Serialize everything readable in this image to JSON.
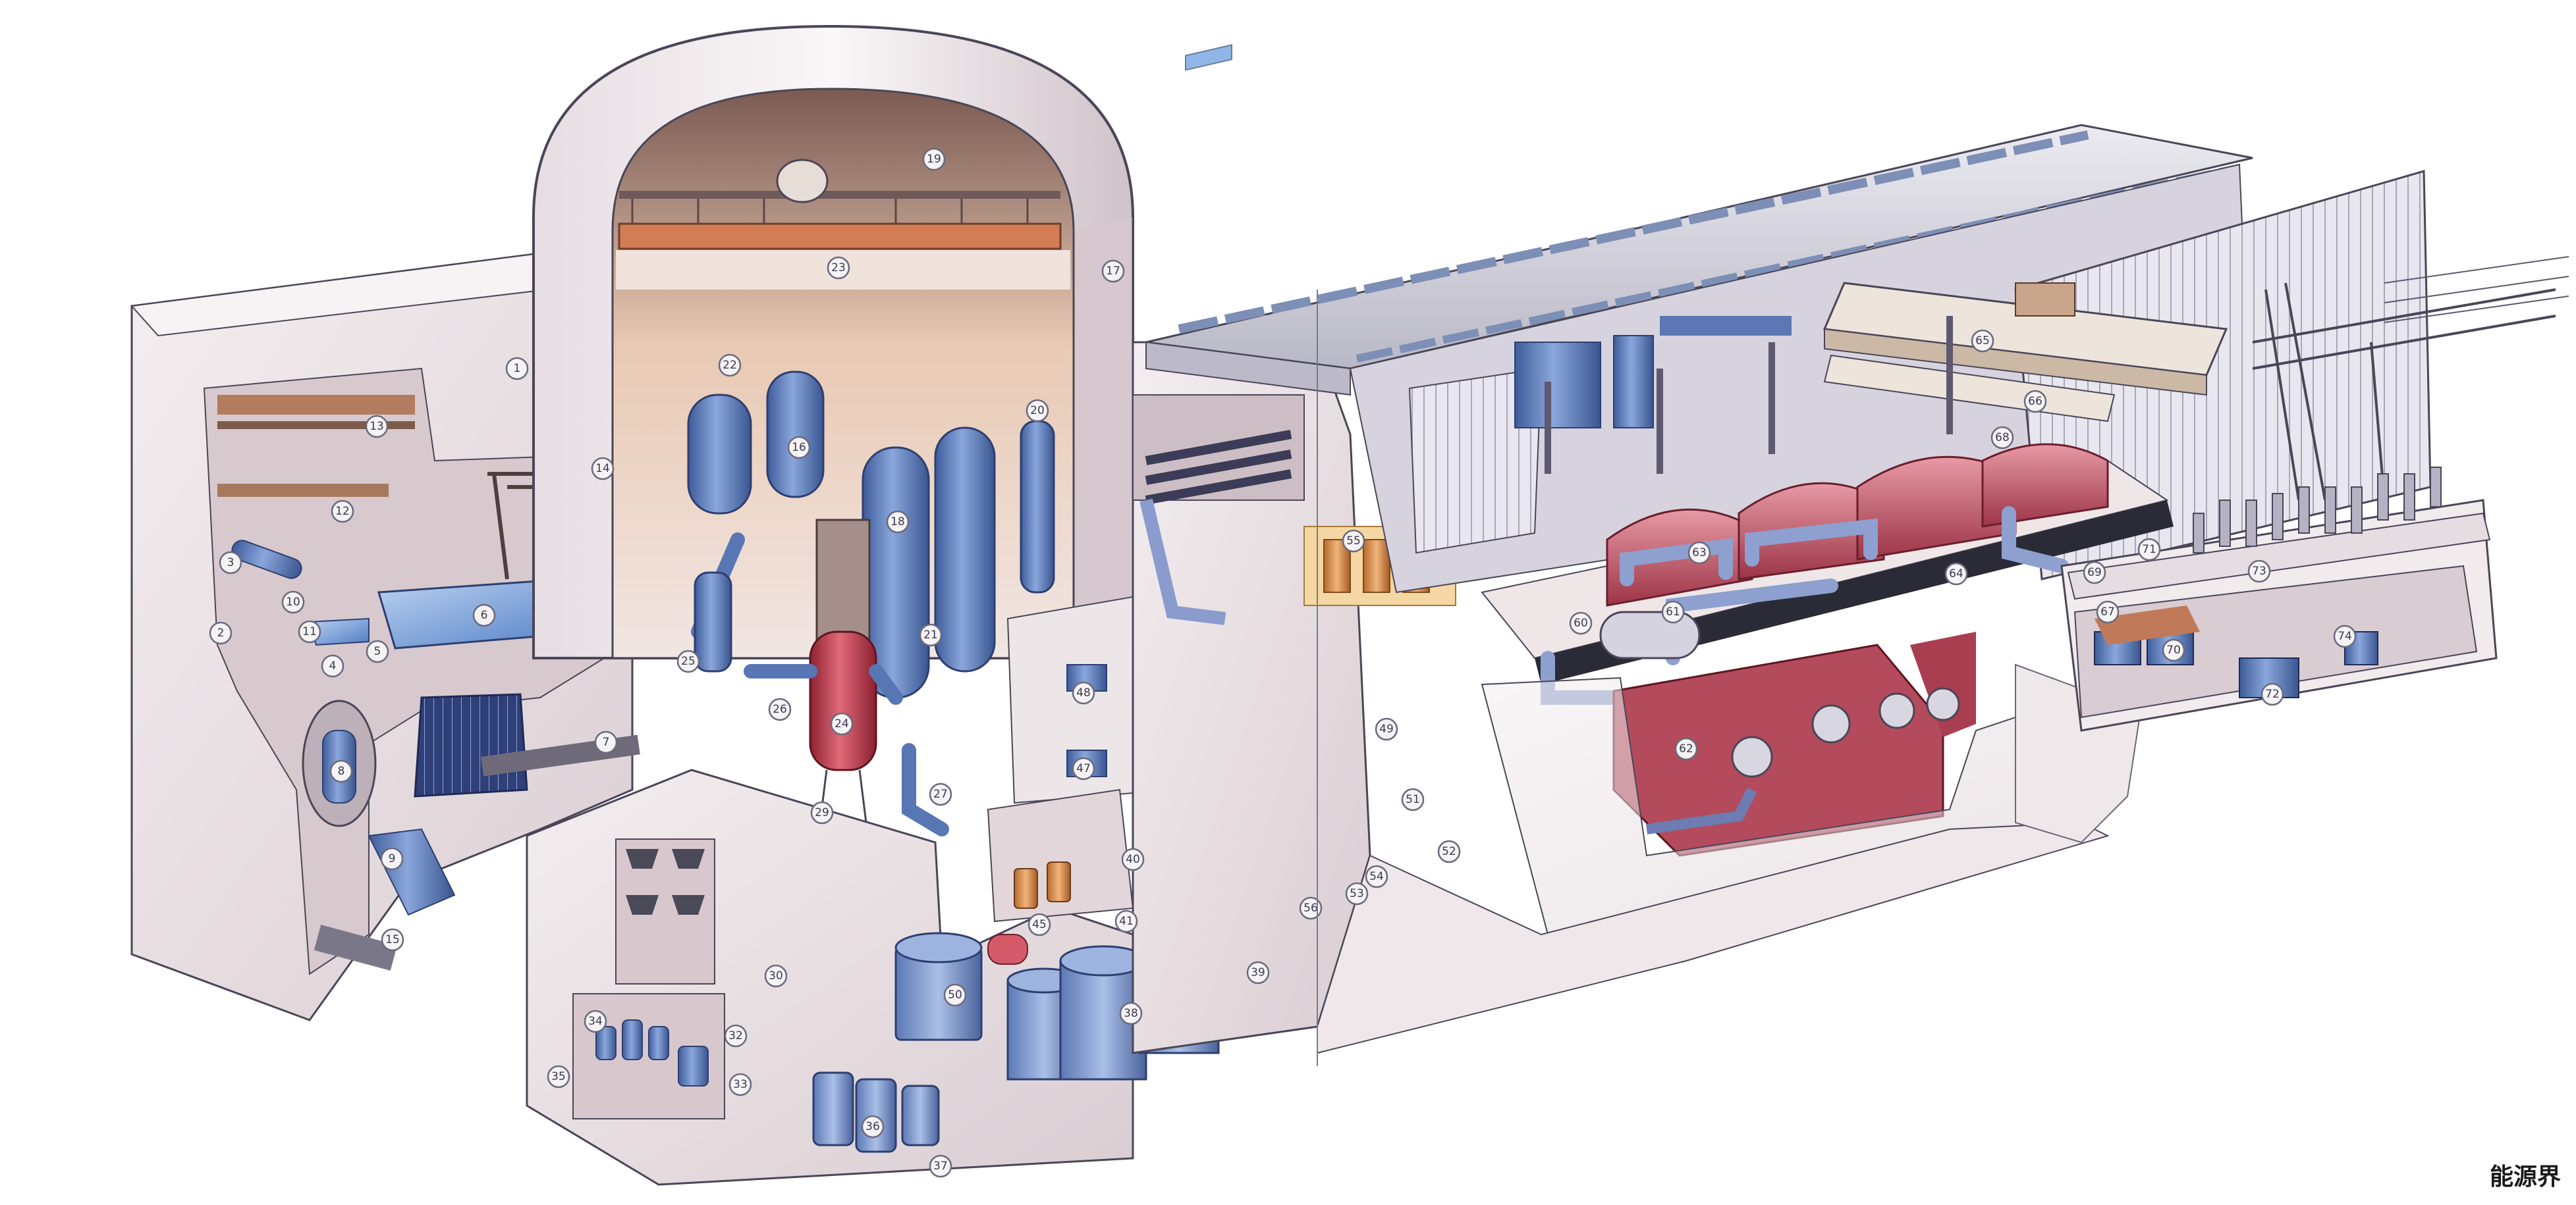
{
  "diagram": {
    "callouts": [
      {
        "label": "1"
      },
      {
        "label": "2"
      },
      {
        "label": "3"
      },
      {
        "label": "4"
      },
      {
        "label": "5"
      },
      {
        "label": "6"
      },
      {
        "label": "7"
      },
      {
        "label": "8"
      },
      {
        "label": "9"
      },
      {
        "label": "10"
      },
      {
        "label": "11"
      },
      {
        "label": "12"
      },
      {
        "label": "13"
      },
      {
        "label": "14"
      },
      {
        "label": "15"
      },
      {
        "label": "16"
      },
      {
        "label": "17"
      },
      {
        "label": "18"
      },
      {
        "label": "19"
      },
      {
        "label": "20"
      },
      {
        "label": "21"
      },
      {
        "label": "22"
      },
      {
        "label": "23"
      },
      {
        "label": "24"
      },
      {
        "label": "25"
      },
      {
        "label": "26"
      },
      {
        "label": "27"
      },
      {
        "label": "29"
      },
      {
        "label": "30"
      },
      {
        "label": "32"
      },
      {
        "label": "33"
      },
      {
        "label": "34"
      },
      {
        "label": "35"
      },
      {
        "label": "36"
      },
      {
        "label": "37"
      },
      {
        "label": "38"
      },
      {
        "label": "39"
      },
      {
        "label": "40"
      },
      {
        "label": "41"
      },
      {
        "label": "45"
      },
      {
        "label": "47"
      },
      {
        "label": "48"
      },
      {
        "label": "49"
      },
      {
        "label": "50"
      },
      {
        "label": "51"
      },
      {
        "label": "52"
      },
      {
        "label": "53"
      },
      {
        "label": "54"
      },
      {
        "label": "55"
      },
      {
        "label": "56"
      },
      {
        "label": "60"
      },
      {
        "label": "61"
      },
      {
        "label": "62"
      },
      {
        "label": "63"
      },
      {
        "label": "64"
      },
      {
        "label": "65"
      },
      {
        "label": "66"
      },
      {
        "label": "67"
      },
      {
        "label": "68"
      },
      {
        "label": "69"
      },
      {
        "label": "70"
      },
      {
        "label": "71"
      },
      {
        "label": "72"
      },
      {
        "label": "73"
      },
      {
        "label": "74"
      }
    ]
  },
  "watermark": {
    "text": "能源界"
  },
  "colors": {
    "concrete": "#ece4e6",
    "concrete_shadow": "#cdbfc4",
    "steel_blue": "#6f8fc7",
    "reactor_red": "#c4384a",
    "generator_red": "#b5485a",
    "roof_grey": "#d4d2dc",
    "outline": "#3f3d52"
  }
}
